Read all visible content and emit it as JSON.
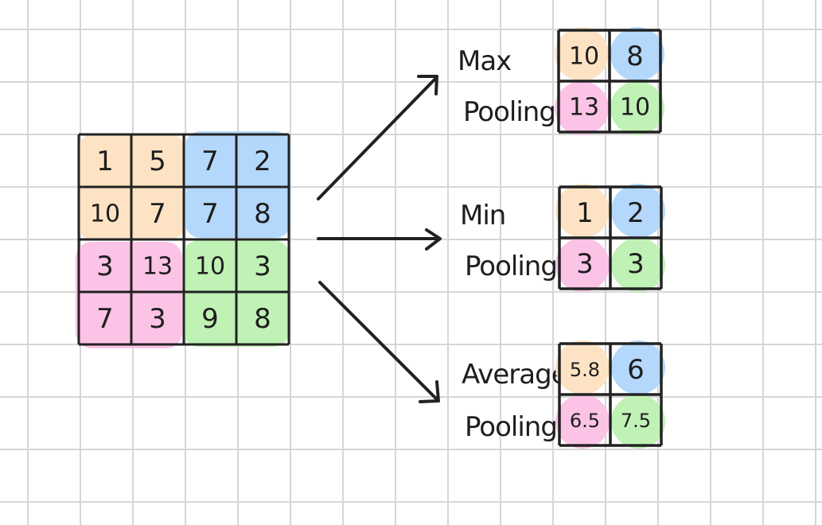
{
  "colors": {
    "orange": "#fde3c4",
    "blue": "#b4d8fb",
    "pink": "#fbc3e6",
    "green": "#c0f1b5",
    "line": "#222222"
  },
  "input_grid": [
    [
      "1",
      "5",
      "7",
      "2"
    ],
    [
      "10",
      "7",
      "7",
      "8"
    ],
    [
      "3",
      "13",
      "10",
      "3"
    ],
    [
      "7",
      "3",
      "9",
      "8"
    ]
  ],
  "input_quadrant_colors": [
    [
      "orange",
      "blue"
    ],
    [
      "pink",
      "green"
    ]
  ],
  "outputs": [
    {
      "label_line1": "Max",
      "label_line2": "Pooling",
      "values": [
        [
          "10",
          "8"
        ],
        [
          "13",
          "10"
        ]
      ]
    },
    {
      "label_line1": "Min",
      "label_line2": "Pooling",
      "values": [
        [
          "1",
          "2"
        ],
        [
          "3",
          "3"
        ]
      ]
    },
    {
      "label_line1": "Average",
      "label_line2": "Pooling",
      "values": [
        [
          "5.8",
          "6"
        ],
        [
          "6.5",
          "7.5"
        ]
      ]
    }
  ]
}
